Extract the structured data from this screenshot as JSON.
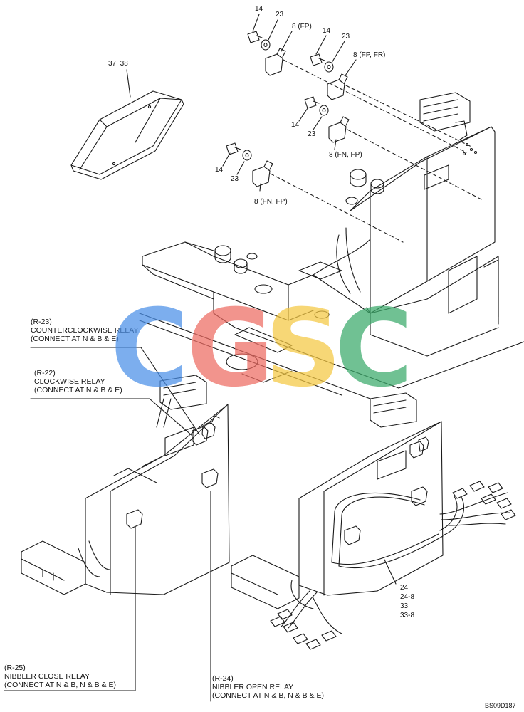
{
  "parts": {
    "module": "37, 38",
    "bolt": "14",
    "washer": "23",
    "relay_fp": "8 (FP)",
    "relay_fp_fr": "8 (FP, FR)",
    "relay_fn_fp_a": "8 (FN, FP)",
    "relay_fn_fp_b": "8 (FN, FP)",
    "harness": [
      "24",
      "24-8",
      "33",
      "33-8"
    ]
  },
  "callouts": {
    "r23": {
      "id": "(R-23)",
      "name": "COUNTERCLOCKWISE RELAY",
      "note": "(CONNECT AT N & B & E)"
    },
    "r22": {
      "id": "(R-22)",
      "name": "CLOCKWISE RELAY",
      "note": "(CONNECT AT N & B & E)"
    },
    "r25": {
      "id": "(R-25)",
      "name": "NIBBLER CLOSE RELAY",
      "note": "(CONNECT AT N & B, N & B & E)"
    },
    "r24": {
      "id": "(R-24)",
      "name": "NIBBLER OPEN RELAY",
      "note": "(CONNECT AT N & B, N & B & E)"
    }
  },
  "drawing_code": "BS09D187",
  "watermark": {
    "letters": [
      "C",
      "G",
      "S",
      "C"
    ],
    "colors": [
      "#4a8fe8",
      "#ee6b62",
      "#f5c842",
      "#3aaa6a"
    ]
  }
}
